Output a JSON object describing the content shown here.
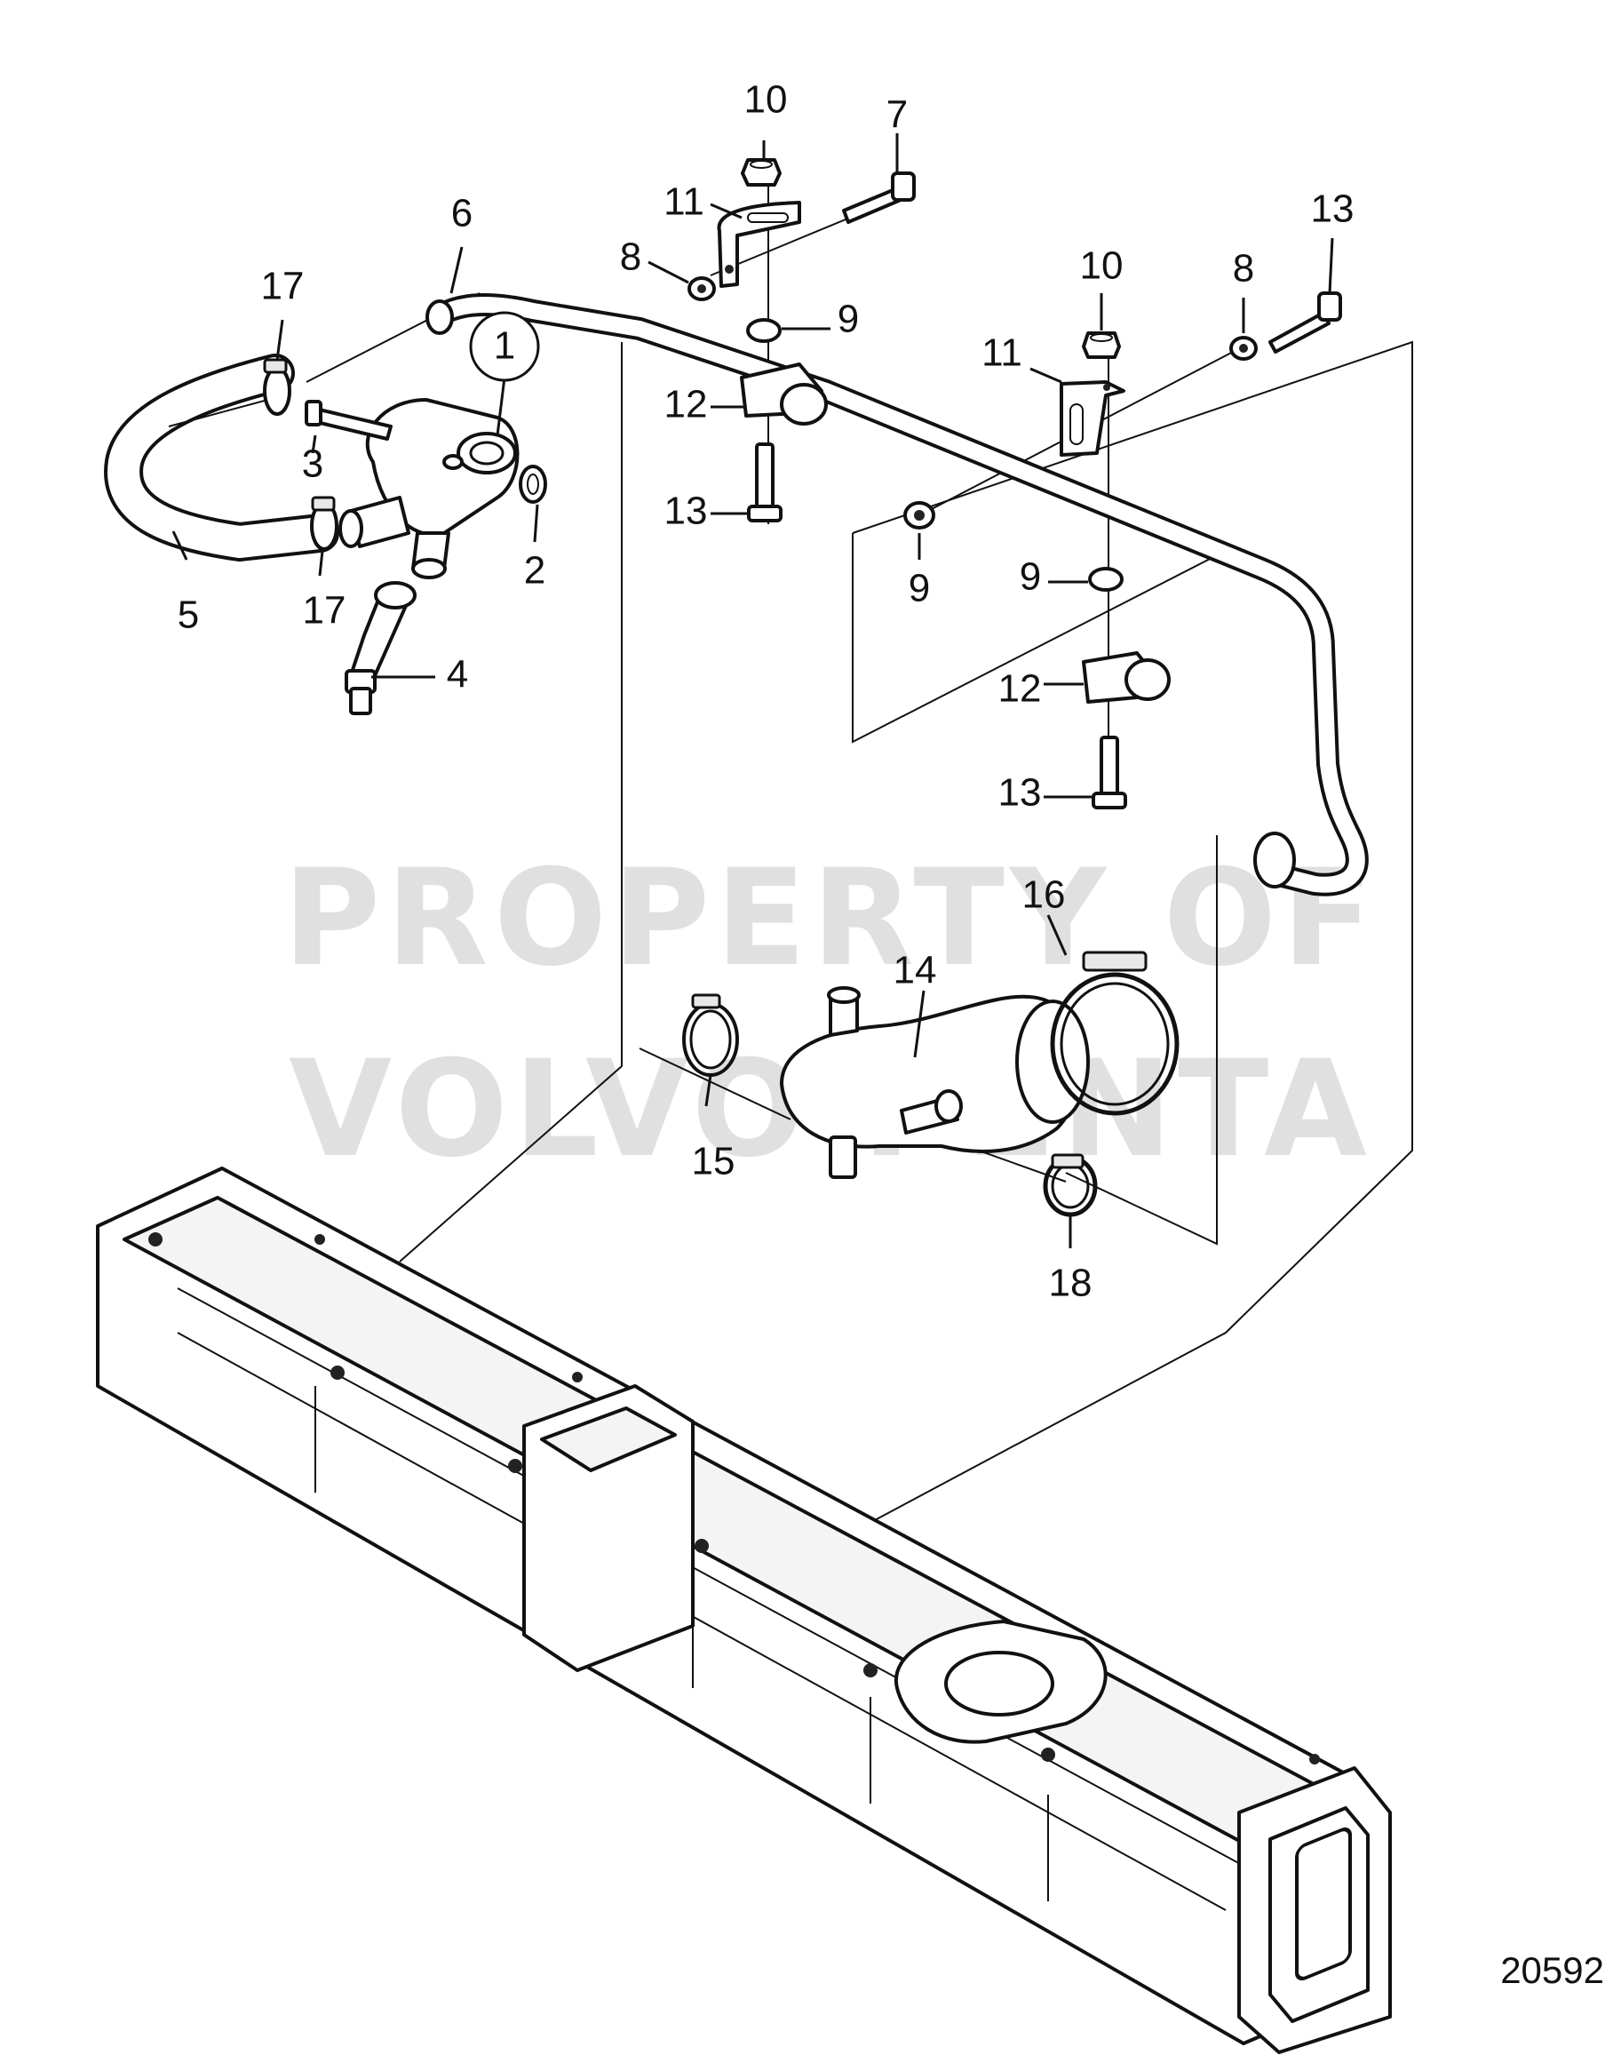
{
  "watermark": {
    "line1": "PROPERTY OF",
    "line2": "VOLVO PENTA"
  },
  "figure_id": "20592",
  "callouts": [
    {
      "id": "c1",
      "label": "1"
    },
    {
      "id": "c2",
      "label": "2"
    },
    {
      "id": "c3",
      "label": "3"
    },
    {
      "id": "c4",
      "label": "4"
    },
    {
      "id": "c5",
      "label": "5"
    },
    {
      "id": "c6",
      "label": "6"
    },
    {
      "id": "c7",
      "label": "7"
    },
    {
      "id": "c8a",
      "label": "8"
    },
    {
      "id": "c8b",
      "label": "8"
    },
    {
      "id": "c9a",
      "label": "9"
    },
    {
      "id": "c9b",
      "label": "9"
    },
    {
      "id": "c9c",
      "label": "9"
    },
    {
      "id": "c10a",
      "label": "10"
    },
    {
      "id": "c10b",
      "label": "10"
    },
    {
      "id": "c11a",
      "label": "11"
    },
    {
      "id": "c11b",
      "label": "11"
    },
    {
      "id": "c12a",
      "label": "12"
    },
    {
      "id": "c12b",
      "label": "12"
    },
    {
      "id": "c13a",
      "label": "13"
    },
    {
      "id": "c13b",
      "label": "13"
    },
    {
      "id": "c13c",
      "label": "13"
    },
    {
      "id": "c14",
      "label": "14"
    },
    {
      "id": "c15",
      "label": "15"
    },
    {
      "id": "c16",
      "label": "16"
    },
    {
      "id": "c17a",
      "label": "17"
    },
    {
      "id": "c17b",
      "label": "17"
    },
    {
      "id": "c18",
      "label": "18"
    }
  ]
}
